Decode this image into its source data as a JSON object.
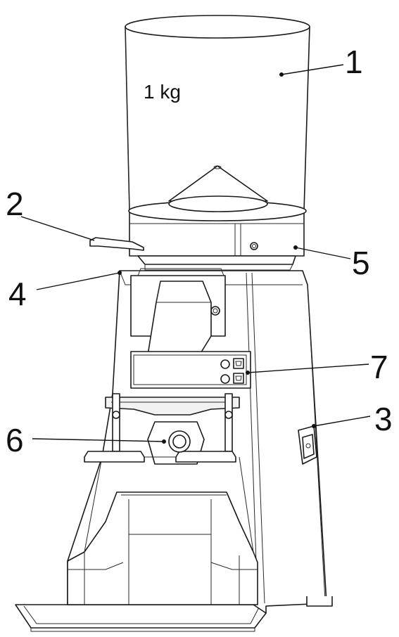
{
  "hopper_capacity": "1 kg",
  "callouts": [
    {
      "id": "1",
      "label": "1"
    },
    {
      "id": "2",
      "label": "2"
    },
    {
      "id": "3",
      "label": "3"
    },
    {
      "id": "4",
      "label": "4"
    },
    {
      "id": "5",
      "label": "5"
    },
    {
      "id": "6",
      "label": "6"
    },
    {
      "id": "7",
      "label": "7"
    }
  ]
}
